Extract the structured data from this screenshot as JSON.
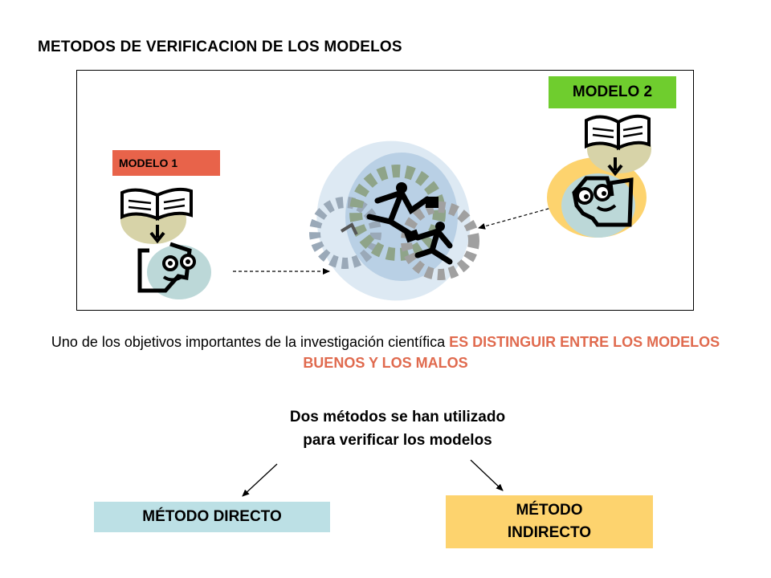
{
  "slide": {
    "title": "METODOS DE VERIFICACION DE LOS MODELOS",
    "model1_label": "MODELO 1",
    "model2_label": "MODELO 2",
    "paragraph_lead": "Uno de los objetivos importantes de la investigación científica ",
    "paragraph_highlight": "ES DISTINGUIR ENTRE LOS MODELOS BUENOS Y LOS MALOS",
    "methods_intro_line1": "Dos métodos se han utilizado",
    "methods_intro_line2": "para verificar los modelos",
    "method_direct": "MÉTODO DIRECTO",
    "method_indirect_line1": "MÉTODO",
    "method_indirect_line2": "INDIRECTO"
  },
  "colors": {
    "model1_bg": "#e8634a",
    "model2_bg": "#6fcd2e",
    "highlight_text": "#e06a4e",
    "direct_bg": "#bce0e5",
    "indirect_bg": "#fdd36e"
  },
  "icons": [
    "book-icon",
    "thinking-head-icon",
    "gears-globe-icon",
    "running-businessmen-icon",
    "arrow-icon"
  ]
}
